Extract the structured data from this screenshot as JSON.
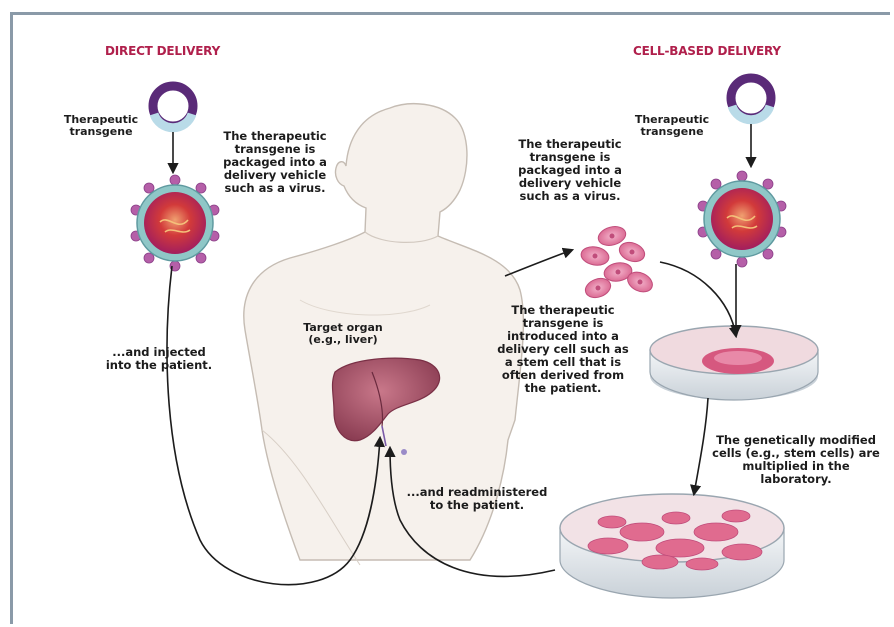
{
  "colors": {
    "heading": "#b0204c",
    "arrow": "#1c1c1c",
    "plasmid": "#5a2a78",
    "virus_coat": "#b55fa8",
    "cell": "#e07aa3",
    "dish_rim": "#9aa6b0",
    "organ": "#9a5066"
  },
  "headings": {
    "direct": "DIRECT DELIVERY",
    "cell_based": "CELL-BASED DELIVERY"
  },
  "labels": {
    "transgene_left": "Therapeutic transgene",
    "transgene_right": "Therapeutic transgene",
    "packaged_left": "The therapeutic transgene is packaged into a delivery vehicle such as a virus.",
    "packaged_right": "The therapeutic transgene is packaged into a delivery vehicle such as a virus.",
    "injected": "...and injected into the patient.",
    "target_organ": "Target organ (e.g., liver)",
    "introduced": "The therapeutic transgene is introduced into a delivery cell such as a stem cell that is often derived from the patient.",
    "multiplied": "The genetically modified cells (e.g., stem cells) are multiplied in the laboratory.",
    "readministered": "...and readministered to the patient."
  },
  "icons": [
    "plasmid-icon",
    "virus-icon",
    "cell-cluster-icon",
    "petri-dish-icon",
    "human-torso",
    "liver-organ"
  ]
}
